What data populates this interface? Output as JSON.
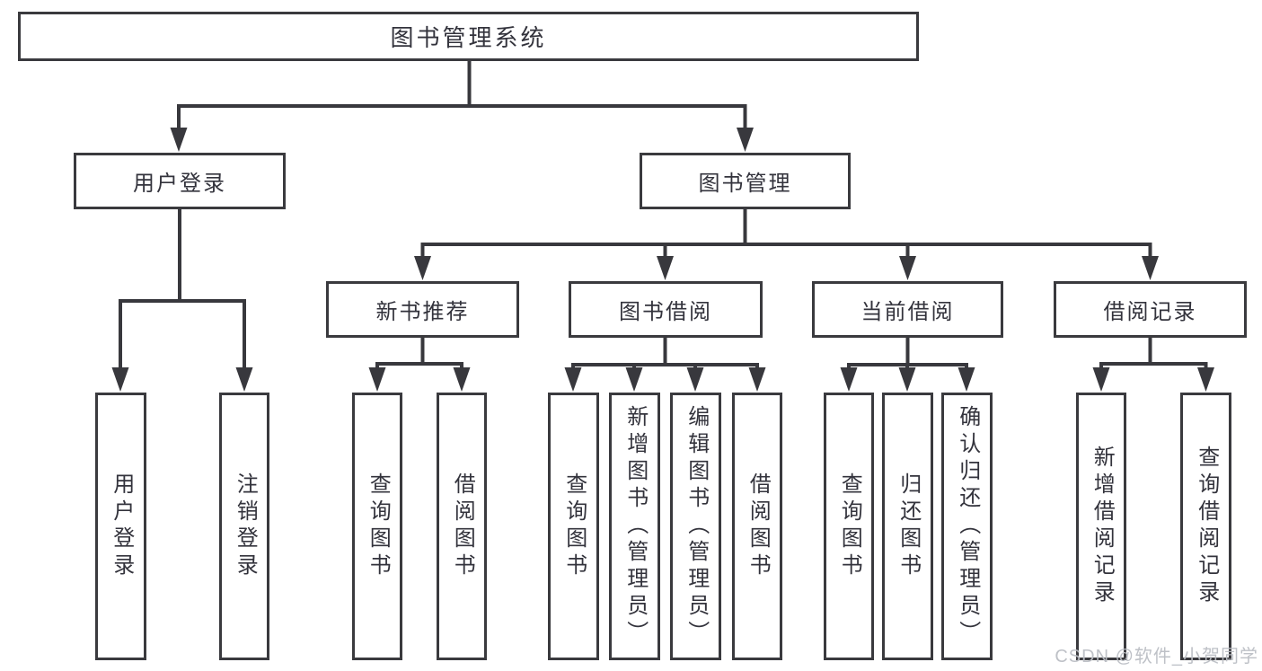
{
  "diagram": {
    "root": "图书管理系统",
    "l1": [
      "用户登录",
      "图书管理"
    ],
    "l2": [
      "新书推荐",
      "图书借阅",
      "当前借阅",
      "借阅记录"
    ],
    "l3a": [
      "用户登录",
      "注销登录"
    ],
    "l3b": [
      "查询图书",
      "借阅图书"
    ],
    "l3c": [
      "查询图书",
      "新增图书（管理员）",
      "编辑图书（管理员）",
      "借阅图书"
    ],
    "l3d": [
      "查询图书",
      "归还图书",
      "确认归还（管理员）"
    ],
    "l3e": [
      "新增借阅记录",
      "查询借阅记录"
    ]
  },
  "watermark": {
    "text": "CSDN @软件_小贺同学"
  },
  "colors": {
    "line": "#38383d",
    "box_border": "#3a3a3e",
    "text": "#33333c",
    "background": "#ffffff",
    "watermark": "#babec4"
  }
}
